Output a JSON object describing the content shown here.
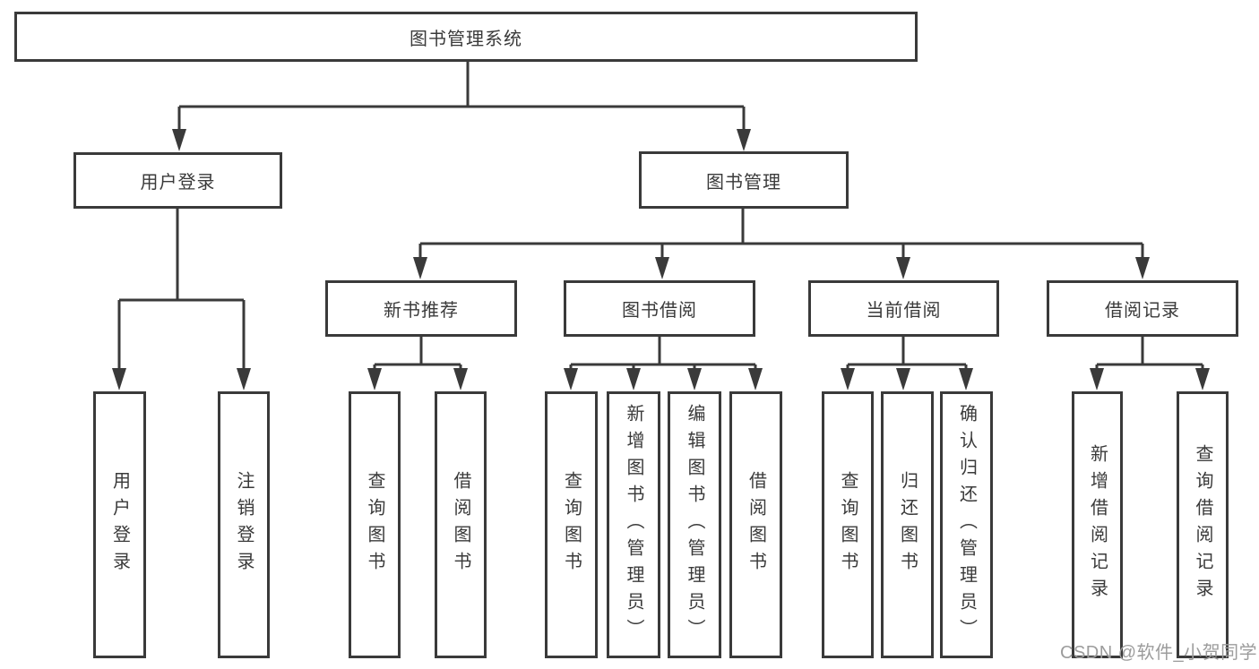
{
  "colors": {
    "background": "#ffffff",
    "line": "#3a3a3a",
    "box_border": "#3a3a3a",
    "text": "#3a3a3a",
    "watermark": "#9c9c9c"
  },
  "watermark": {
    "text": "CSDN @软件_小贺同学"
  },
  "tree": {
    "root": {
      "label": "图书管理系统"
    },
    "branches": [
      {
        "label": "用户登录",
        "children": [
          {
            "label": "用户登录"
          },
          {
            "label": "注销登录"
          }
        ]
      },
      {
        "label": "图书管理",
        "children": [
          {
            "label": "新书推荐",
            "children": [
              {
                "label": "查询图书"
              },
              {
                "label": "借阅图书"
              }
            ]
          },
          {
            "label": "图书借阅",
            "children": [
              {
                "label": "查询图书"
              },
              {
                "label": "新增图书（管理员）"
              },
              {
                "label": "编辑图书（管理员）"
              },
              {
                "label": "借阅图书"
              }
            ]
          },
          {
            "label": "当前借阅",
            "children": [
              {
                "label": "查询图书"
              },
              {
                "label": "归还图书"
              },
              {
                "label": "确认归还（管理员）"
              }
            ]
          },
          {
            "label": "借阅记录",
            "children": [
              {
                "label": "新增借阅记录"
              },
              {
                "label": "查询借阅记录"
              }
            ]
          }
        ]
      }
    ]
  }
}
